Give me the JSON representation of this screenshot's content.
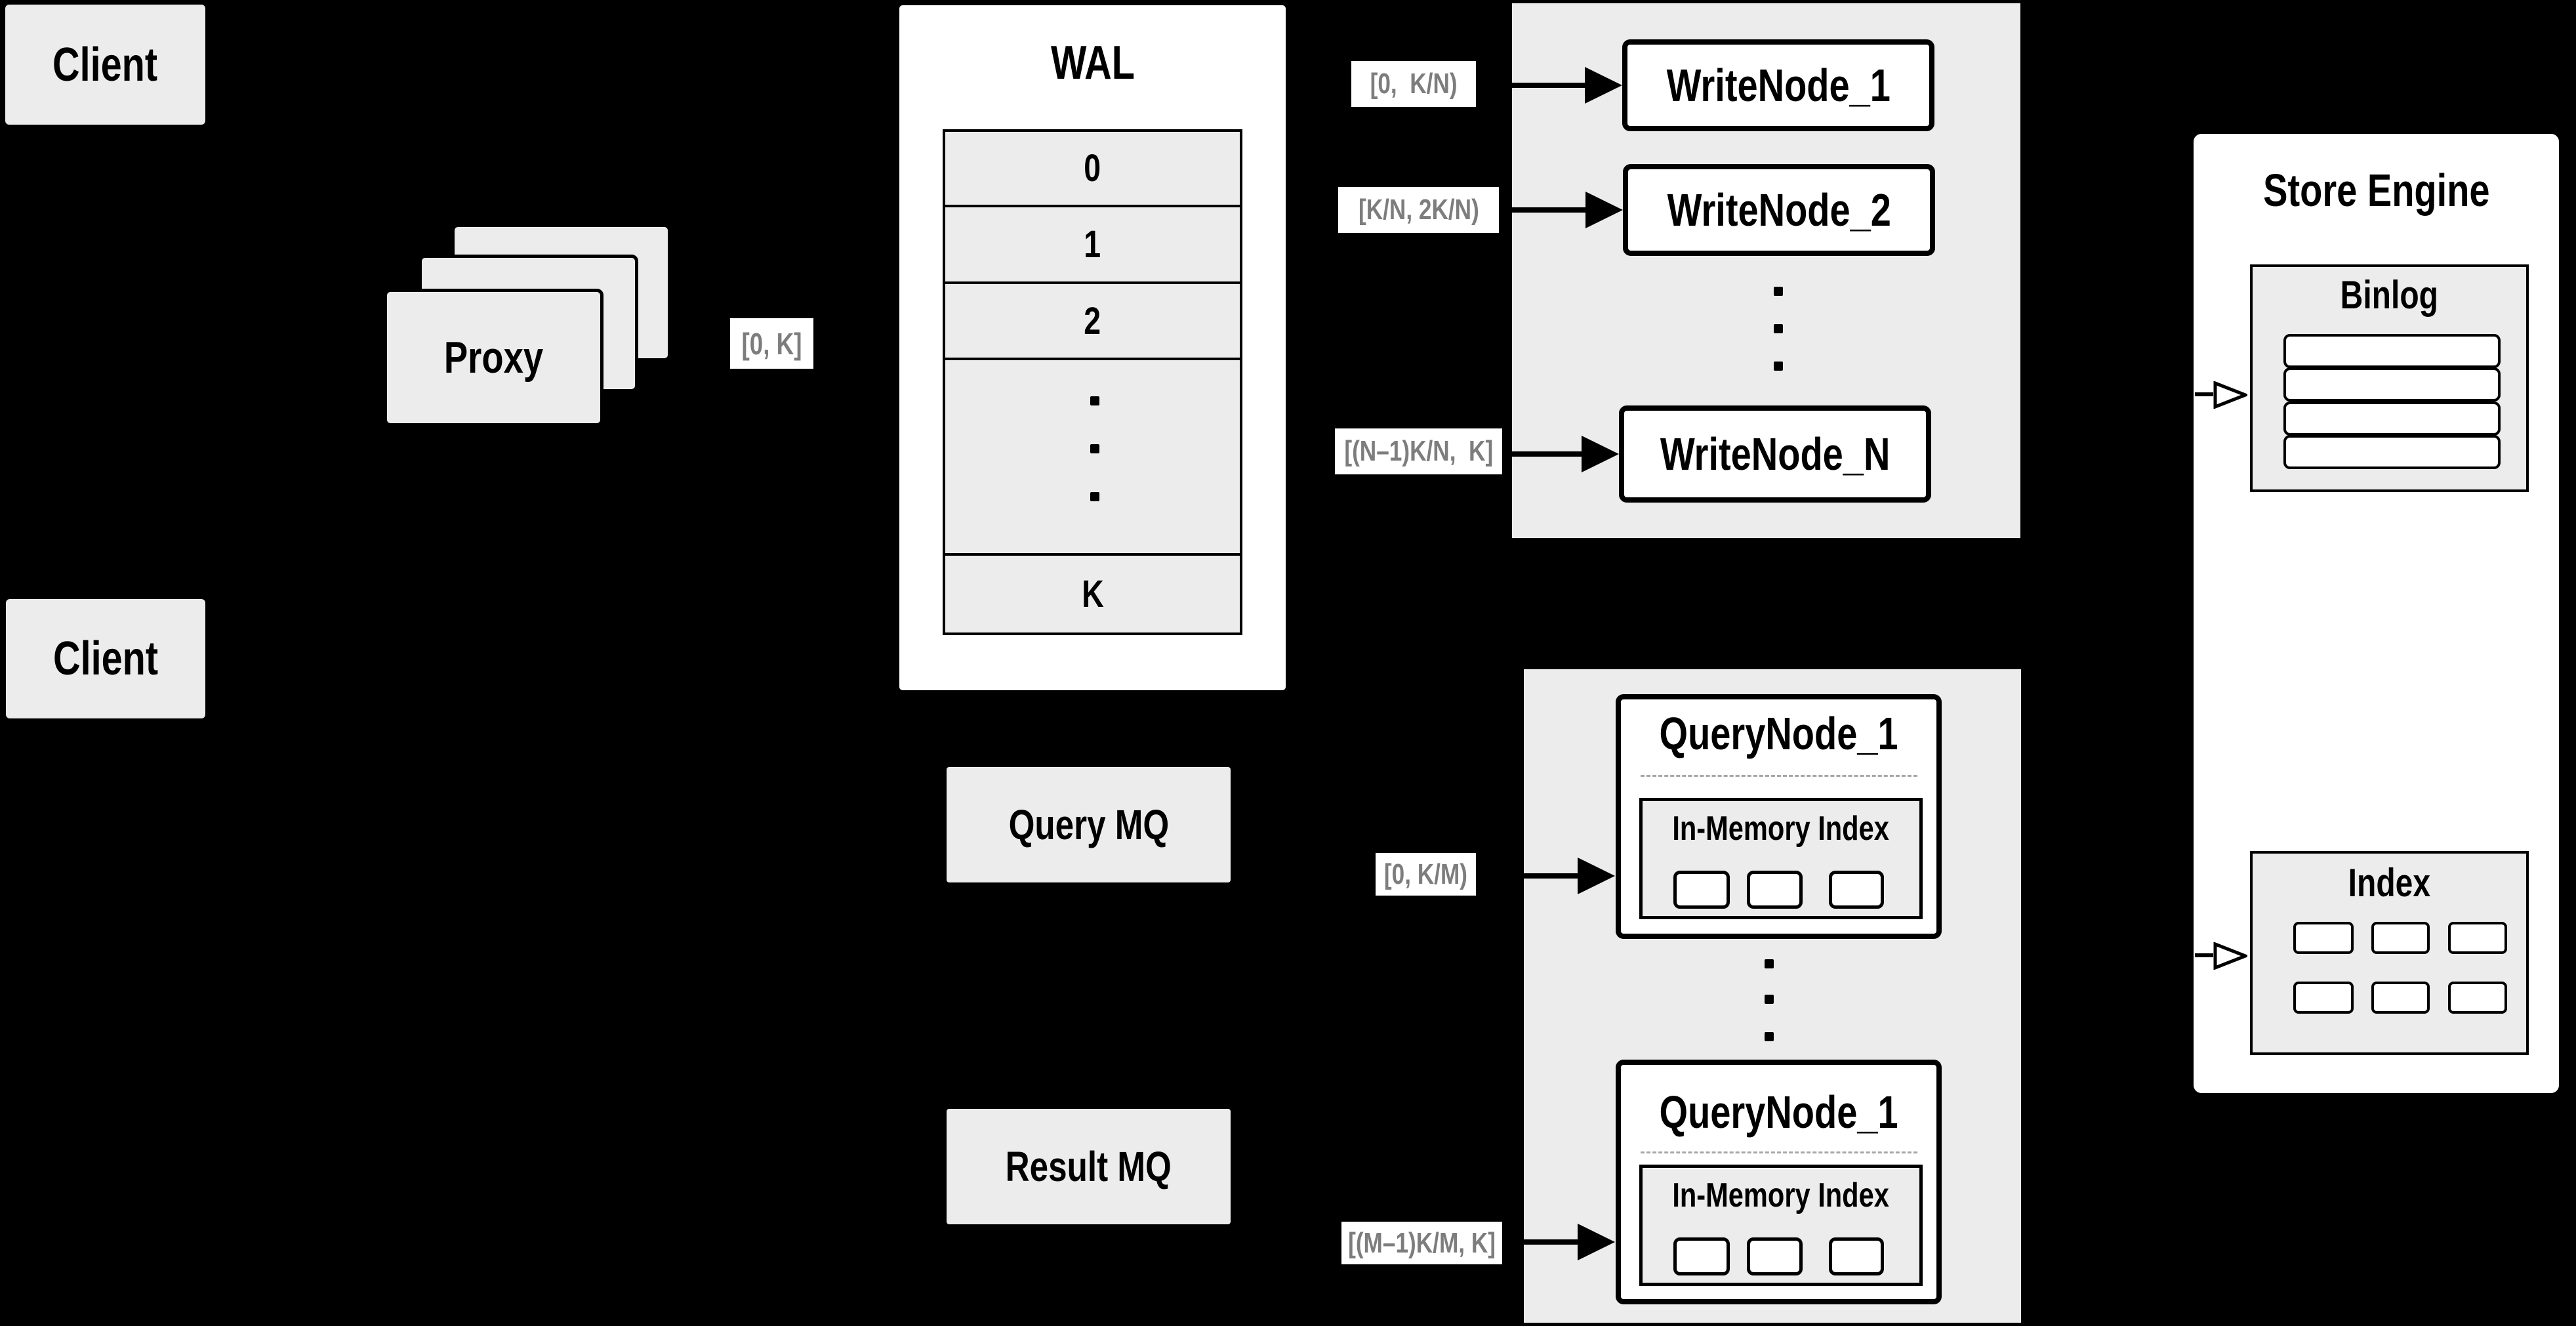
{
  "clients": {
    "top": "Client",
    "bottom": "Client"
  },
  "proxy": {
    "label": "Proxy",
    "range": "[0, K]"
  },
  "wal": {
    "title": "WAL",
    "rows": [
      "0",
      "1",
      "2",
      "K"
    ]
  },
  "write_nodes": {
    "nodes": [
      "WriteNode_1",
      "WriteNode_2",
      "WriteNode_N"
    ],
    "range_labels": [
      "[0,  K/N)",
      "[K/N, 2K/N)",
      "[(N–1)K/N,  K]"
    ]
  },
  "mq": {
    "query": "Query MQ",
    "result": "Result MQ"
  },
  "query_nodes": {
    "top_title": "QueryNode_1",
    "bottom_title": "QueryNode_1",
    "in_memory_label": "In-Memory Index",
    "range_labels": [
      "[0, K/M)",
      "[(M–1)K/M, K]"
    ]
  },
  "store_engine": {
    "title": "Store Engine",
    "binlog_title": "Binlog",
    "index_title": "Index"
  },
  "colors": {
    "background": "#000000",
    "panel_gray": "#ececec",
    "box_white": "#ffffff",
    "line_black": "#000000",
    "range_label_text": "#7d7d7d"
  }
}
